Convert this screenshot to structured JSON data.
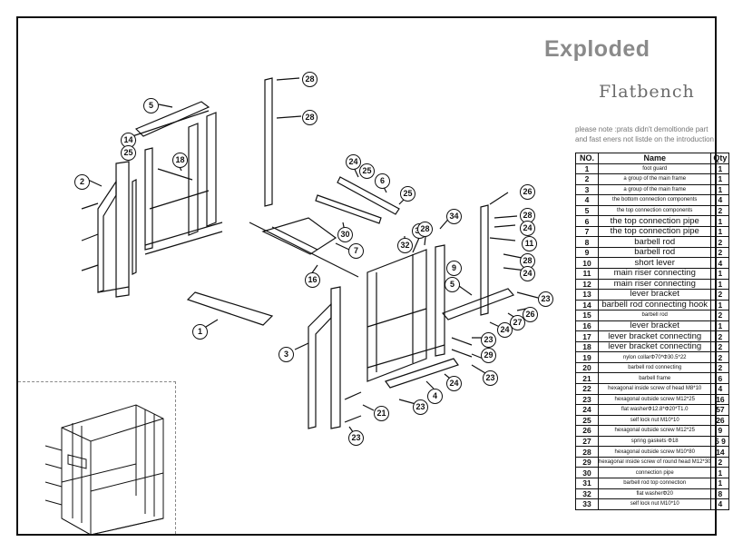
{
  "header": {
    "title": "Exploded",
    "subtitle": "Flatbench"
  },
  "note": "please note :prats didn't demoltionde part and fast eners not listde on the introduction",
  "table": {
    "headers": [
      "NO.",
      "Name",
      "Qty"
    ],
    "rows": [
      {
        "no": "1",
        "name": "foot guard",
        "qty": "1",
        "big": false
      },
      {
        "no": "2",
        "name": "a group of the main frame",
        "qty": "1",
        "big": false
      },
      {
        "no": "3",
        "name": "a group of the main frame",
        "qty": "1",
        "big": false
      },
      {
        "no": "4",
        "name": "the bottom connection components",
        "qty": "4",
        "big": false
      },
      {
        "no": "5",
        "name": "the top connection components",
        "qty": "2",
        "big": false
      },
      {
        "no": "6",
        "name": "the top connection  pipe",
        "qty": "1",
        "big": true
      },
      {
        "no": "7",
        "name": "the top connection  pipe",
        "qty": "1",
        "big": true
      },
      {
        "no": "8",
        "name": "barbell rod",
        "qty": "2",
        "big": true
      },
      {
        "no": "9",
        "name": "barbell rod",
        "qty": "2",
        "big": true
      },
      {
        "no": "10",
        "name": "short lever",
        "qty": "4",
        "big": true
      },
      {
        "no": "11",
        "name": "main riser connecting",
        "qty": "1",
        "big": true
      },
      {
        "no": "12",
        "name": "main riser connecting",
        "qty": "1",
        "big": true
      },
      {
        "no": "13",
        "name": "lever bracket",
        "qty": "2",
        "big": true
      },
      {
        "no": "14",
        "name": "barbell rod connecting hook",
        "qty": "1",
        "big": true
      },
      {
        "no": "15",
        "name": "barbell rod",
        "qty": "2",
        "big": false
      },
      {
        "no": "16",
        "name": "lever bracket",
        "qty": "1",
        "big": true
      },
      {
        "no": "17",
        "name": "lever bracket connecting",
        "qty": "2",
        "big": true
      },
      {
        "no": "18",
        "name": "lever bracket connecting",
        "qty": "2",
        "big": true
      },
      {
        "no": "19",
        "name": "nylon collarΦ70*Φ30.5*22",
        "qty": "2",
        "big": false
      },
      {
        "no": "20",
        "name": "barbell rod connecting",
        "qty": "2",
        "big": false
      },
      {
        "no": "21",
        "name": "barbell  frame",
        "qty": "6",
        "big": false
      },
      {
        "no": "22",
        "name": "hexagonal inside screw of head M8*10",
        "qty": "4",
        "big": false
      },
      {
        "no": "23",
        "name": "hexagonal outside screw M12*25",
        "qty": "16",
        "big": false
      },
      {
        "no": "24",
        "name": "flat washerΦ12.8*Φ20*T1.0",
        "qty": "57",
        "big": false
      },
      {
        "no": "25",
        "name": "self lock nut M10*10",
        "qty": "26",
        "big": false
      },
      {
        "no": "26",
        "name": "hexagonal outside screw M12*25",
        "qty": "9",
        "big": false
      },
      {
        "no": "27",
        "name": "spring gaskets Φ18",
        "qty": "5 9",
        "big": false
      },
      {
        "no": "28",
        "name": "hexagonal outside screw M10*80",
        "qty": "14",
        "big": false
      },
      {
        "no": "29",
        "name": "hexagonal inside screw of round head M12*30",
        "qty": "2",
        "big": false
      },
      {
        "no": "30",
        "name": "connection  pipe",
        "qty": "1",
        "big": false
      },
      {
        "no": "31",
        "name": "barbell rod  top connection",
        "qty": "1",
        "big": false
      },
      {
        "no": "32",
        "name": "flat washerΦ20",
        "qty": "8",
        "big": false
      },
      {
        "no": "33",
        "name": "self lock nut M10*10",
        "qty": "4",
        "big": false
      }
    ]
  },
  "callouts": [
    "28",
    "28",
    "5",
    "14",
    "25",
    "18",
    "2",
    "24",
    "25",
    "6",
    "25",
    "30",
    "7",
    "16",
    "1",
    "34",
    "32",
    "33",
    "28",
    "26",
    "28",
    "24",
    "11",
    "28",
    "24",
    "9",
    "5",
    "23",
    "26",
    "27",
    "24",
    "23",
    "29",
    "23",
    "24",
    "23",
    "4",
    "3",
    "21",
    "23"
  ]
}
